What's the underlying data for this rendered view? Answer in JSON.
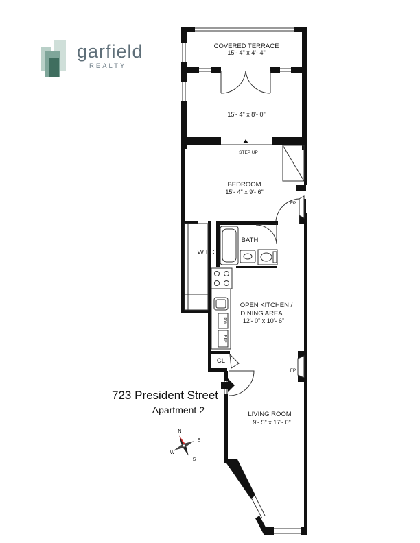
{
  "brand": {
    "name": "garfield",
    "subtitle": "REALTY",
    "colors": {
      "logo_dark": "#3f6e5f",
      "logo_mid": "#7fa69a",
      "logo_light": "#b9d0c8",
      "text": "#5f6f79"
    }
  },
  "address": {
    "street": "723 President Street",
    "unit": "Apartment 2"
  },
  "rooms": {
    "terrace": {
      "name": "COVERED TERRACE",
      "dims": "15'- 4\" x 4'- 4\""
    },
    "sunroom": {
      "dims": "15'- 4\" x 8'- 0\""
    },
    "step_up": "STEP UP",
    "bedroom": {
      "name": "BEDROOM",
      "dims": "15'- 4\" x 9'- 6\""
    },
    "bath": "BATH",
    "wic": "W I C",
    "kitchen": {
      "name_line1": "OPEN KITCHEN /",
      "name_line2": "DINING AREA",
      "dims": "12'- 0\" x 10'- 6\""
    },
    "closet": "CL",
    "living": {
      "name": "LIVING ROOM",
      "dims": "9'- 5\" x 17'- 0\""
    }
  },
  "fixtures": {
    "fireplace": "FP",
    "dishwasher": "DW",
    "refrigerator": "REF"
  },
  "compass": {
    "n": "N",
    "e": "E",
    "s": "S",
    "w": "W"
  }
}
